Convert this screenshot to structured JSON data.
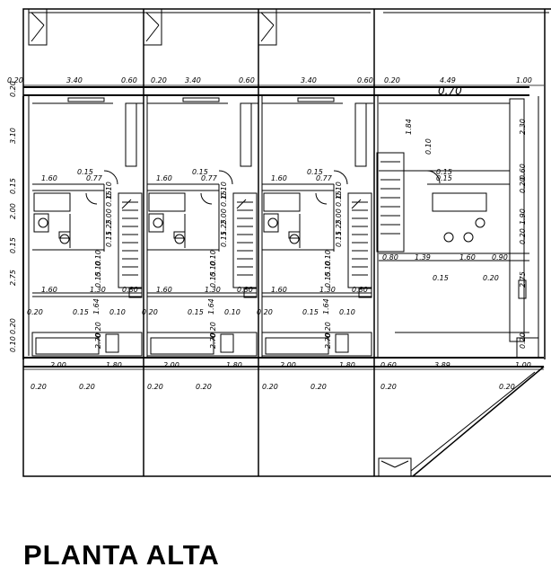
{
  "title": "PLANTA ALTA",
  "dimensions": {
    "top_row": [
      "0.20",
      "3.40",
      "0.60",
      "0.20",
      "3.40",
      "0.60",
      "3.40",
      "0.60",
      "0.20",
      "4.49",
      "1.00"
    ],
    "top_right_note": "0.70",
    "bottom_row": [
      "2.00",
      "1.80",
      "2.00",
      "1.80",
      "2.00",
      "1.80",
      "0.60",
      "3.89",
      "1.00"
    ],
    "bottom_sub": [
      "0.20",
      "0.20",
      "0.20",
      "0.20",
      "0.20",
      "0.20",
      "0.20",
      "0.20"
    ],
    "left_column": [
      "0.20",
      "3.10",
      "0.15",
      "2.00",
      "0.15",
      "2.75",
      "0.20",
      "0.10"
    ],
    "right_column": [
      "2.30",
      "0.60",
      "0.20",
      "1.90",
      "0.20",
      "2.75",
      "0.20"
    ],
    "unit_bath_row": [
      "1.60",
      "0.15",
      "0.77"
    ],
    "unit_wall_row": [
      "1.60",
      "1.30",
      "0.80"
    ],
    "unit_lower_row": [
      "0.20",
      "0.15",
      "1.64",
      "0.10"
    ],
    "unit_vertical": [
      "0.10",
      "0.15",
      "2.00",
      "1.25",
      "0.15",
      "0.10",
      "0.10",
      "0.15",
      "2.70",
      "0.20"
    ],
    "corner_unit_row": [
      "0.80",
      "1.39",
      "1.60",
      "0.90"
    ],
    "corner_unit_sub": [
      "0.15",
      "0.20"
    ],
    "corner_unit_top": [
      "1.84",
      "0.10",
      "0.15",
      "0.15"
    ]
  }
}
